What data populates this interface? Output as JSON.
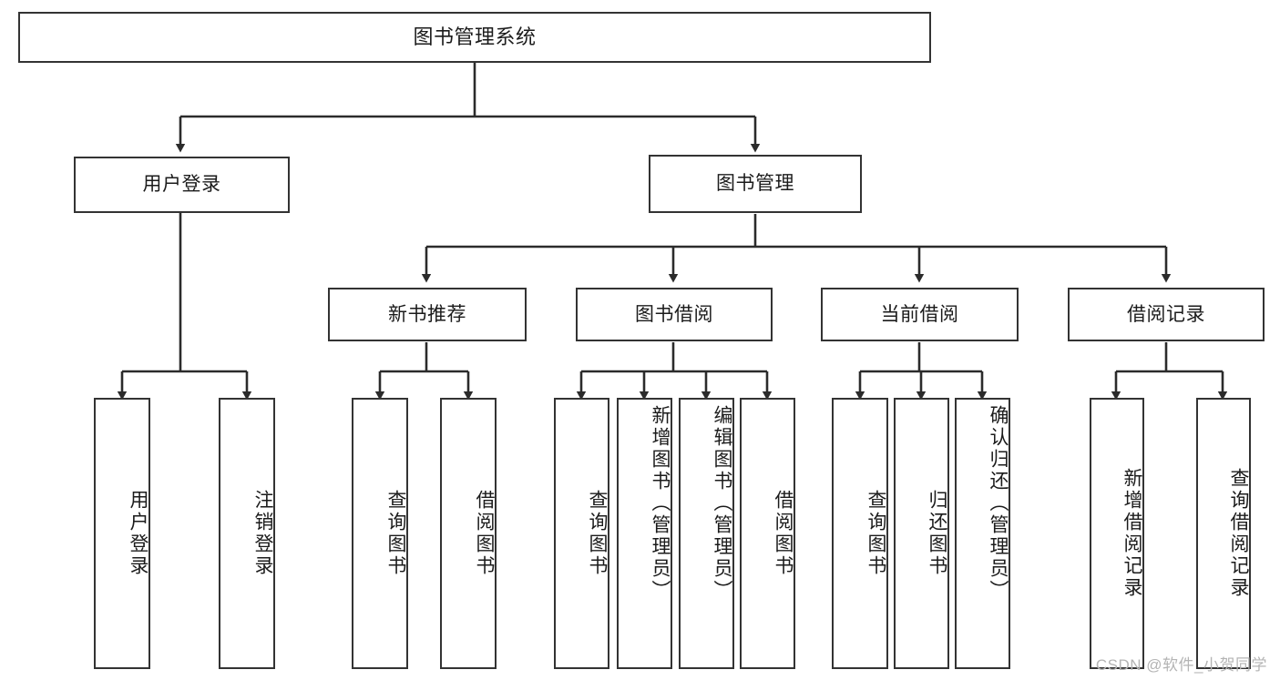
{
  "diagram": {
    "type": "tree",
    "title": "图书管理系统",
    "root": {
      "label": "图书管理系统"
    },
    "level2": [
      {
        "label": "用户登录"
      },
      {
        "label": "图书管理"
      }
    ],
    "level3": [
      {
        "label": "新书推荐"
      },
      {
        "label": "图书借阅"
      },
      {
        "label": "当前借阅"
      },
      {
        "label": "借阅记录"
      }
    ],
    "leaves": {
      "user_login": [
        {
          "label": "用户登录"
        },
        {
          "label": "注销登录"
        }
      ],
      "new_book_recommend": [
        {
          "label": "查询图书"
        },
        {
          "label": "借阅图书"
        }
      ],
      "book_borrow": [
        {
          "label": "查询图书"
        },
        {
          "label": "新增图书（管理员）"
        },
        {
          "label": "编辑图书（管理员）"
        },
        {
          "label": "借阅图书"
        }
      ],
      "current_borrow": [
        {
          "label": "查询图书"
        },
        {
          "label": "归还图书"
        },
        {
          "label": "确认归还（管理员）"
        }
      ],
      "borrow_record": [
        {
          "label": "新增借阅记录"
        },
        {
          "label": "查询借阅记录"
        }
      ]
    }
  },
  "watermark": {
    "text": "CSDN @软件_小贺同学"
  },
  "colors": {
    "background": "#ffffff",
    "box_border": "#333333",
    "text": "#1b1b1b",
    "connector": "#2b2b2b",
    "watermark": "#b4b4b4"
  }
}
